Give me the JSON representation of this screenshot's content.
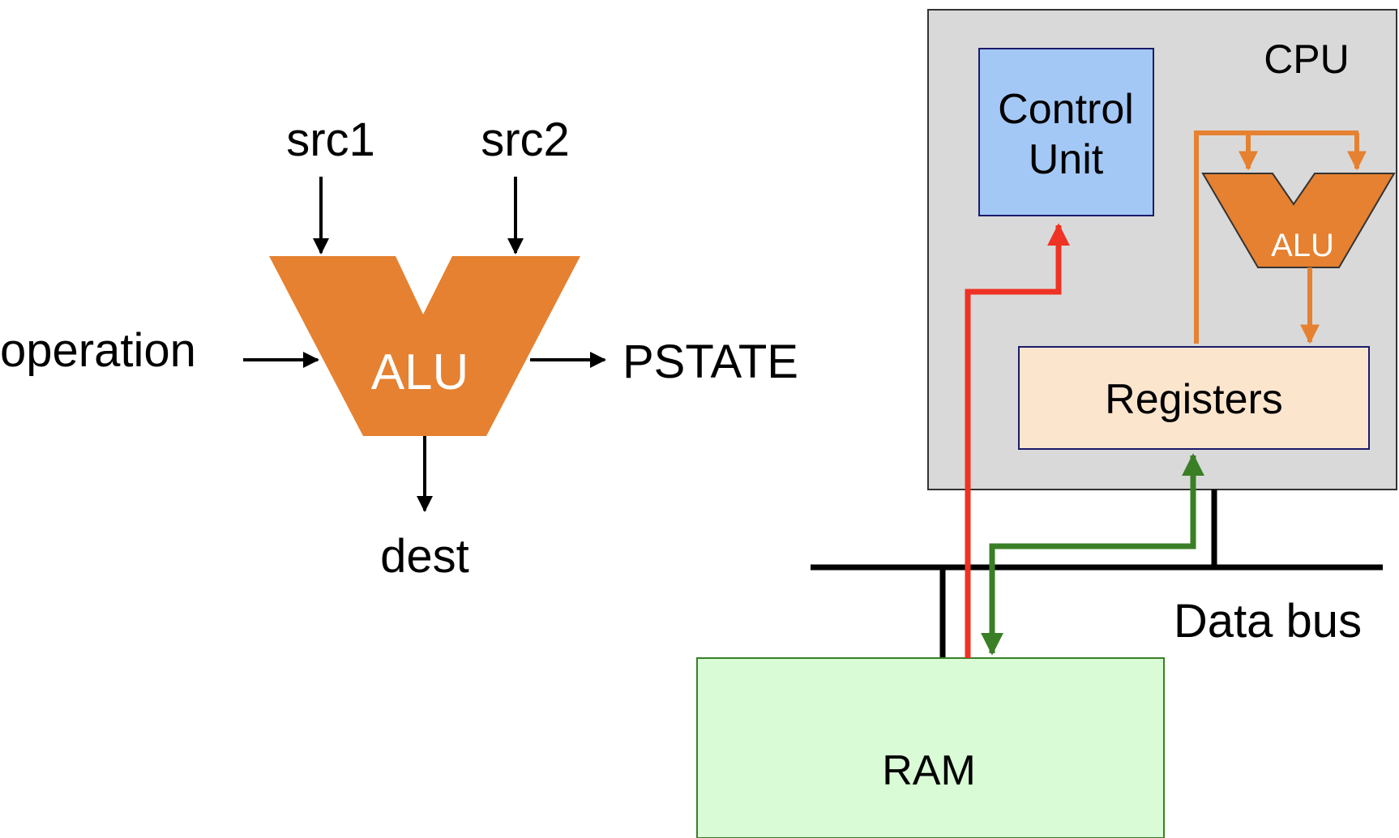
{
  "left_alu": {
    "inputs": [
      "src1",
      "src2"
    ],
    "operation_label": "operation",
    "alu_label": "ALU",
    "flags_label": "PSTATE",
    "output_label": "dest"
  },
  "cpu": {
    "title": "CPU",
    "control_unit": [
      "Control",
      "Unit"
    ],
    "alu_label": "ALU",
    "registers_label": "Registers"
  },
  "bus": {
    "label": "Data bus"
  },
  "memory": {
    "label": "RAM"
  },
  "colors": {
    "alu": "#E58130",
    "cpu_box": "#D9D9D9",
    "control_unit": "#A4C8F5",
    "registers": "#FCE5CD",
    "ram": "#D9FBD6",
    "control_path": "#EE3224",
    "data_path": "#3A7F26",
    "alu_path": "#E58130",
    "box_border": "#1B1B6B"
  }
}
